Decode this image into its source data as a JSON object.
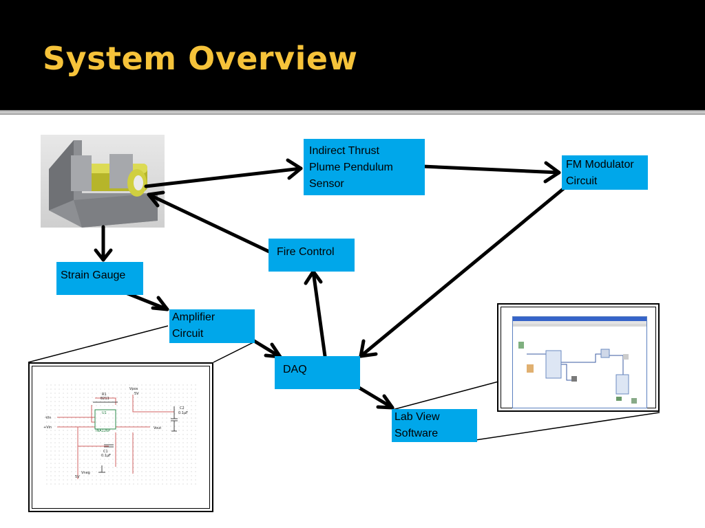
{
  "slide": {
    "title": "System Overview"
  },
  "nodes": {
    "indirect_thrust": [
      "Indirect Thrust",
      "Plume Pendulum",
      "Sensor"
    ],
    "fm_modulator": [
      "FM Modulator",
      "Circuit"
    ],
    "fire_control": "Fire Control",
    "strain_gauge": "Strain Gauge",
    "amplifier": [
      "Amplifier",
      "Circuit"
    ],
    "daq": "DAQ",
    "lab_view": [
      "Lab View",
      "Software"
    ]
  },
  "schematic_labels": {
    "r1": "R1",
    "r1_val": "8211",
    "vpos": "Vpos",
    "vpos_val": "5V",
    "u1": "U1",
    "part": "INA126P",
    "vin_neg": "-Vin",
    "vin_pos": "+Vin",
    "vout": "Vout",
    "c2": "C2",
    "c2_val": "0.1µF",
    "c1": "C1",
    "c1_val": "0.1µF",
    "vneg": "Vneg",
    "vneg_val": "5V"
  },
  "colors": {
    "title": "#f6c33a",
    "node": "#00a7ea",
    "background": "#000000"
  }
}
